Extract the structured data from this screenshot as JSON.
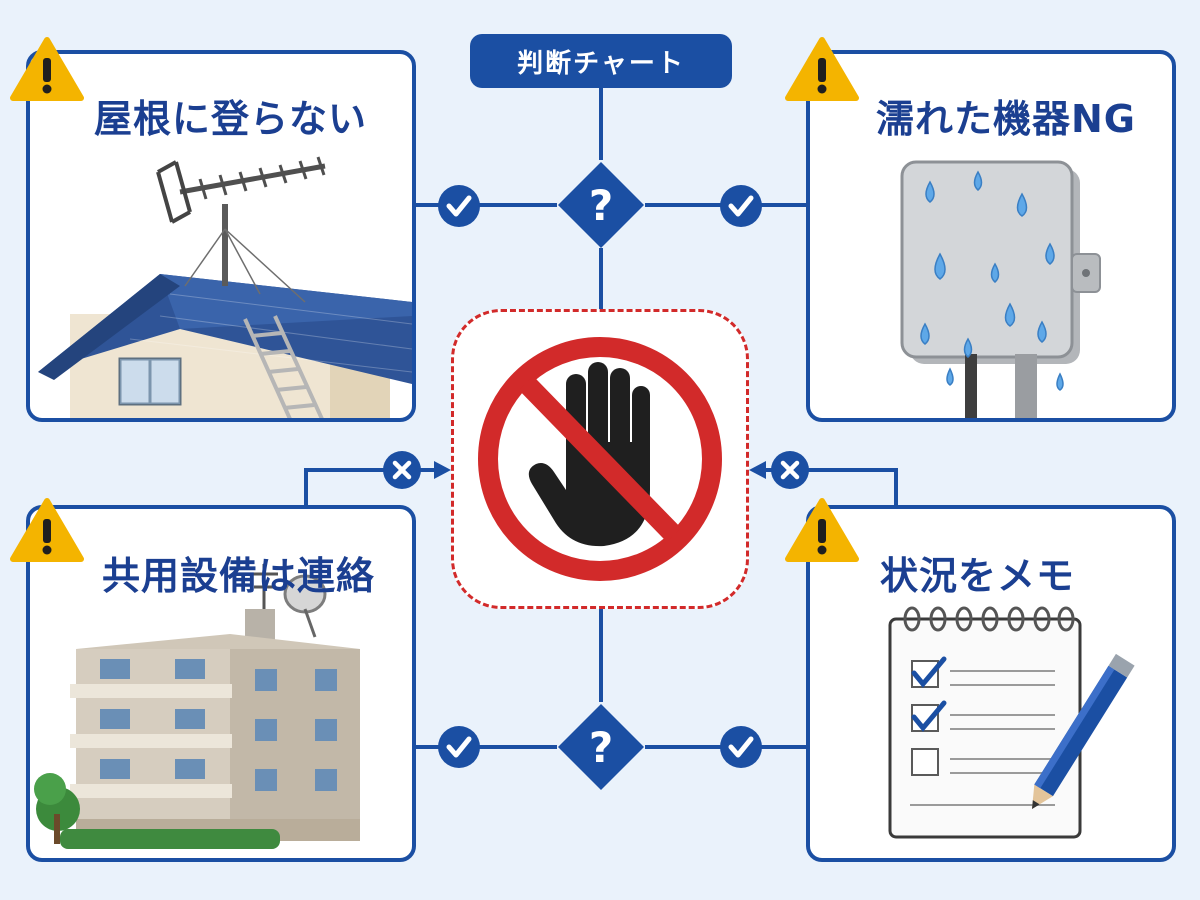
{
  "chart_title": "判断チャート",
  "cards": {
    "roof": {
      "title": "屋根に登らない"
    },
    "wet": {
      "title": "濡れた機器NG"
    },
    "shared": {
      "title": "共用設備は連絡"
    },
    "memo": {
      "title": "状況をメモ"
    }
  },
  "icons": {
    "warning": "warning-icon",
    "decision": "question-diamond-icon",
    "ok": "check-circle-icon",
    "ng": "x-circle-icon",
    "center": "no-touch-hand-icon"
  },
  "colors": {
    "primary": "#1b4fa3",
    "title": "#1b3f91",
    "warning": "#f4b400",
    "stop": "#d22a2a",
    "background": "#eaf2fb"
  }
}
